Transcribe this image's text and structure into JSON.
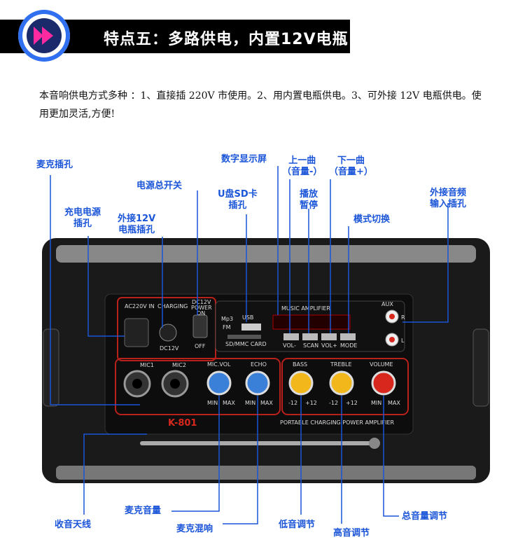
{
  "banner": {
    "title": "特点五：多路供电，内置12V电瓶",
    "accent_color": "#2f6ff0",
    "icon": "double-arrow-right-icon"
  },
  "description": "本音响供电方式多种 ：1、直接插 220V 市使用。2、用内置电瓶供电。3、可外接 12V 电瓶供电。使用更加灵活,方便!",
  "labels": {
    "mic_jack": "麦克插孔",
    "charge_jack": [
      "充电电源",
      "插孔"
    ],
    "power_switch": "电源总开关",
    "ext_battery": [
      "外接12V",
      "电瓶插孔"
    ],
    "usb_sd": [
      "U盘SD卡",
      "插孔"
    ],
    "display": "数字显示屏",
    "play_pause": [
      "播放",
      "暂停"
    ],
    "prev_track": [
      "上一曲",
      "（音量-）"
    ],
    "next_track": [
      "下一曲",
      "（音量+）"
    ],
    "mode": "模式切换",
    "aux_in": [
      "外接音频",
      "输入插孔"
    ],
    "antenna": "收音天线",
    "mic_volume": "麦克音量",
    "mic_echo": "麦克混响",
    "bass": "低音调节",
    "treble": "高音调节",
    "master_volume": "总音量调节"
  },
  "panel": {
    "ac_in": "AC220V IN",
    "charging": "CHARGING",
    "dc12v_top": "DC12V",
    "power": "POWER",
    "on": "ON",
    "off": "OFF",
    "dc12v": "DC12V",
    "mp3": "Mp3",
    "fm": "FM",
    "usb": "USB",
    "sd_card": "SD/MMC CARD",
    "music_amp": "MUSIC AMPLIFIER",
    "vol_minus": "VOL-",
    "scan": "SCAN",
    "vol_plus": "VOL+",
    "mode": "MODE",
    "aux": "AUX",
    "r": "R",
    "l": "L",
    "mic1": "MIC1",
    "mic2": "MIC2",
    "mic_vol": "MIC.VOL",
    "echo": "ECHO",
    "bass": "BASS",
    "treble": "TREBLE",
    "volume": "VOLUME",
    "min": "MIN",
    "max": "MAX",
    "minus12": "-12",
    "plus12": "+12",
    "model": "K-801",
    "footer": "PORTABLE CHARGING POWER AMPLIFIER"
  },
  "colors": {
    "label": "#1b55d8",
    "knob_blue": "#3a7fd8",
    "knob_yellow": "#f2b71b",
    "knob_red": "#d8281e",
    "panel_red": "#b8201a"
  }
}
